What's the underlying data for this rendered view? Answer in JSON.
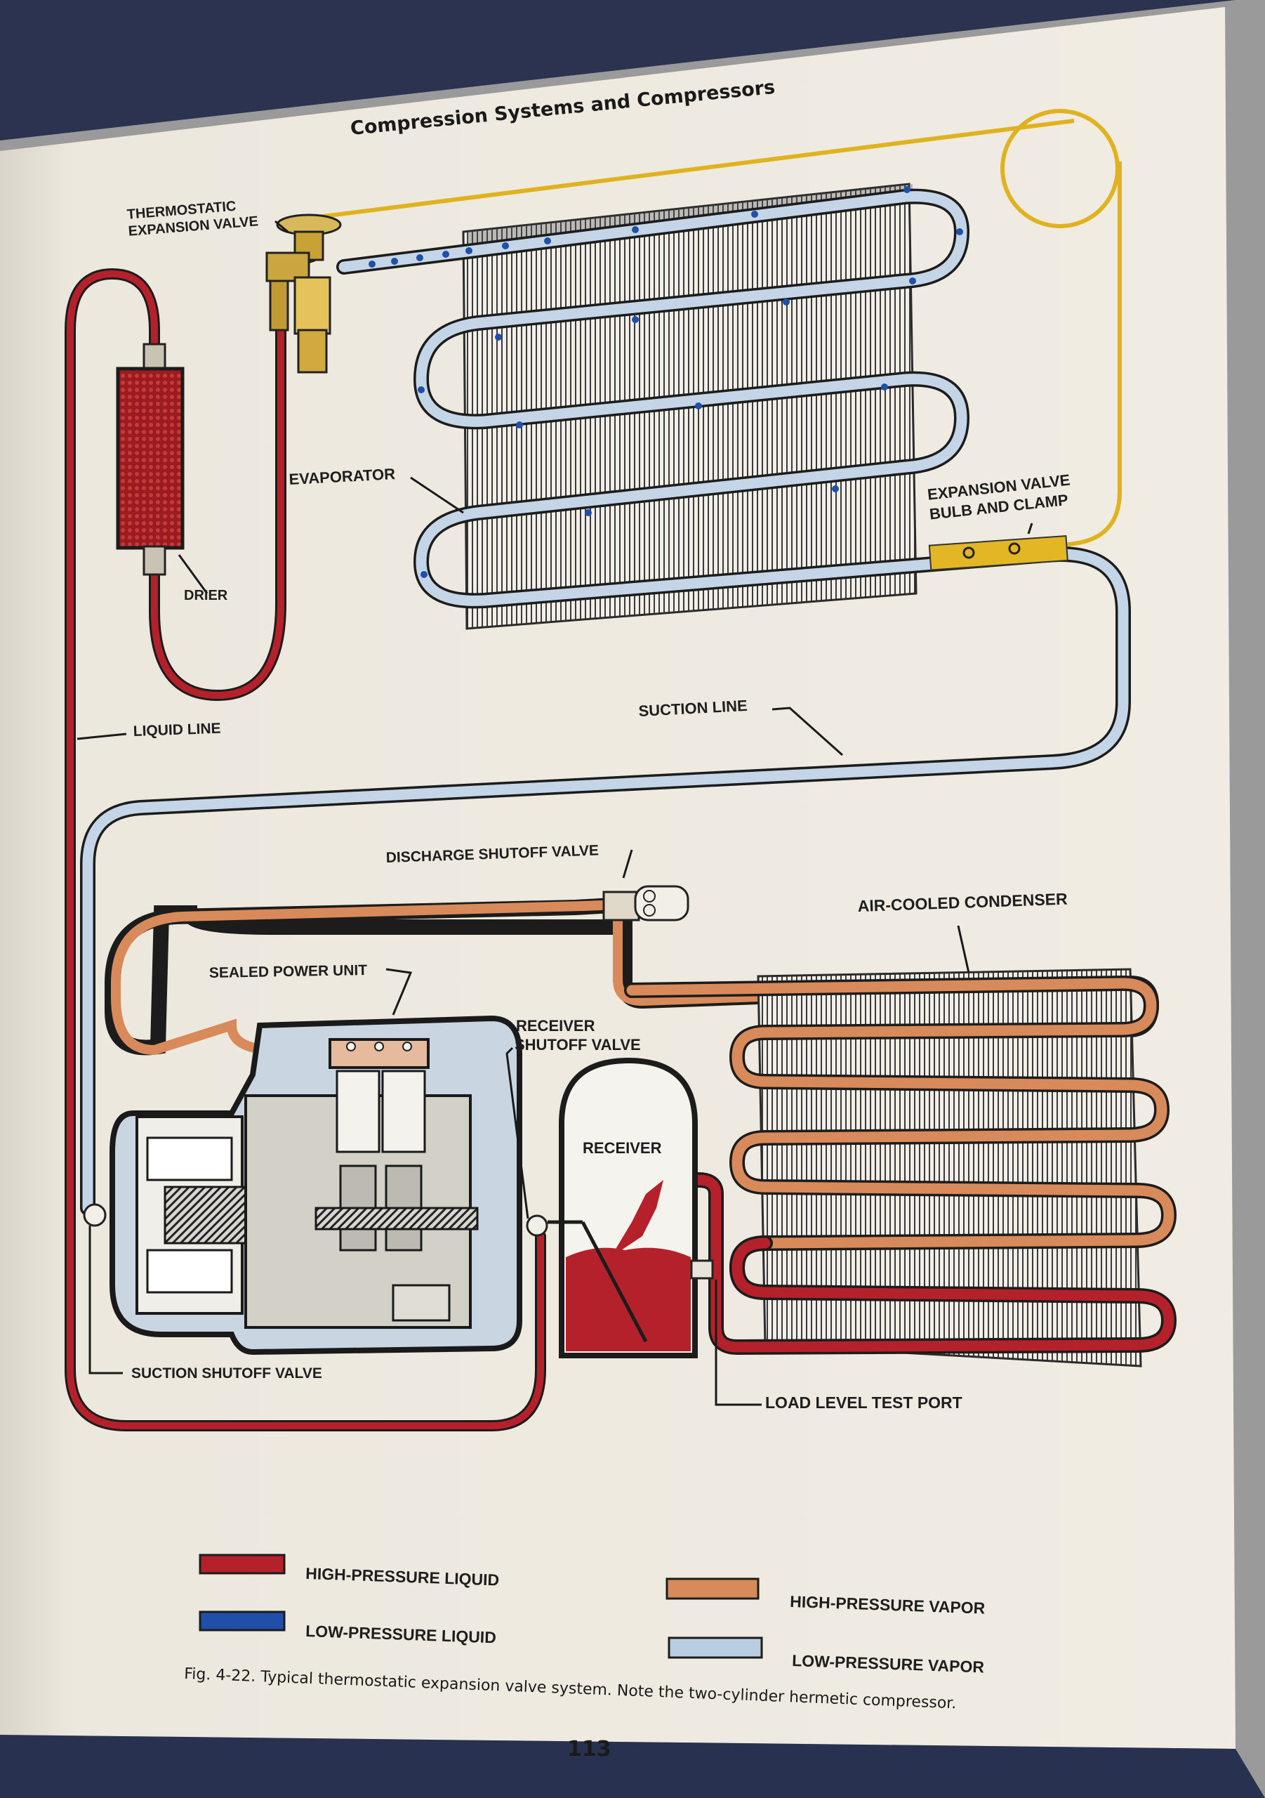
{
  "page": {
    "running_head": "Compression Systems and Compressors",
    "page_number": "113",
    "caption": "Fig. 4-22. Typical thermostatic expansion valve system. Note the two-cylinder hermetic compressor."
  },
  "labels": {
    "thermostatic_expansion_valve_1": "THERMOSTATIC",
    "thermostatic_expansion_valve_2": "EXPANSION VALVE",
    "evaporator": "EVAPORATOR",
    "drier": "DRIER",
    "expansion_bulb_1": "EXPANSION VALVE",
    "expansion_bulb_2": "BULB AND CLAMP",
    "liquid_line": "LIQUID LINE",
    "suction_line": "SUCTION LINE",
    "discharge_shutoff_valve": "DISCHARGE SHUTOFF VALVE",
    "air_cooled_condenser": "AIR-COOLED CONDENSER",
    "sealed_power_unit": "SEALED POWER UNIT",
    "receiver_shutoff_1": "RECEIVER",
    "receiver_shutoff_2": "SHUTOFF VALVE",
    "receiver": "RECEIVER",
    "suction_shutoff_valve": "SUCTION SHUTOFF VALVE",
    "load_level_test_port": "LOAD LEVEL TEST PORT"
  },
  "legend": [
    {
      "label": "HIGH-PRESSURE LIQUID",
      "color": "#b5212a"
    },
    {
      "label": "LOW-PRESSURE LIQUID",
      "color": "#1f4fa8"
    },
    {
      "label": "HIGH-PRESSURE VAPOR",
      "color": "#d98a5b"
    },
    {
      "label": "LOW-PRESSURE VAPOR",
      "color": "#b9cde0"
    }
  ],
  "colors": {
    "high_pressure_liquid": "#b5212a",
    "low_pressure_liquid": "#1f4fa8",
    "high_pressure_vapor": "#d98a5b",
    "low_pressure_vapor": "#b9cde0",
    "bulb_line": "#e0b21e",
    "paper": "#eeeae0"
  }
}
